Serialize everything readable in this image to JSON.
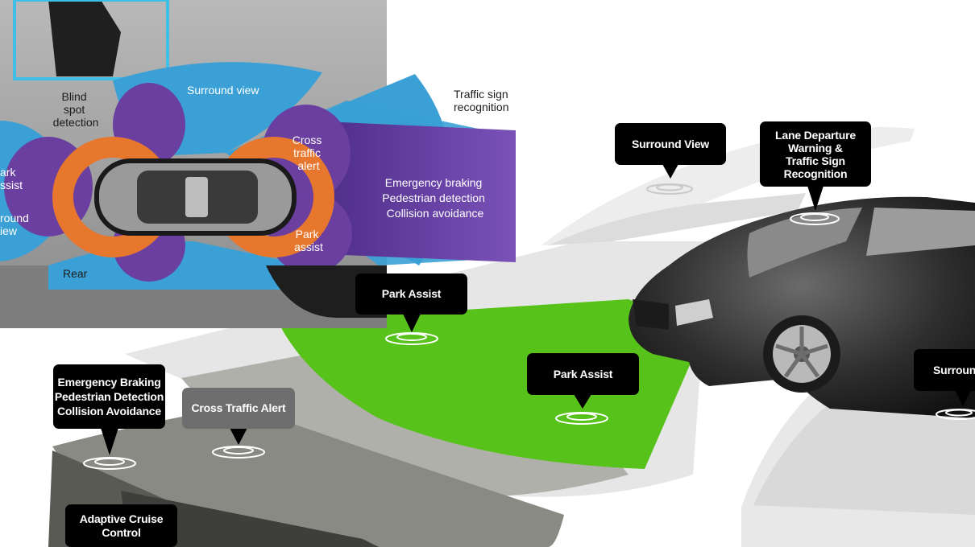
{
  "inset": {
    "labels": {
      "surround_view": "Surround view",
      "blind_spot": [
        "Blind",
        "spot",
        "detection"
      ],
      "traffic_sign": [
        "Traffic sign",
        "recognition"
      ],
      "cross_traffic": [
        "Cross",
        "traffic",
        "alert"
      ],
      "emergency": [
        "Emergency braking",
        "Pedestrian detection",
        "Collision avoidance"
      ],
      "park_assist": [
        "Park",
        "assist"
      ],
      "left_park": [
        "ark",
        "ssist"
      ],
      "left_surround": [
        "round",
        "iew"
      ],
      "rear": "Rear"
    },
    "colors": {
      "blue": "#3aa0d6",
      "purple": "#6a3fa0",
      "orange": "#e8772e",
      "road": "#9a9a9a"
    }
  },
  "callouts": {
    "surround_view": "Surround View",
    "lane_departure": [
      "Lane Departure",
      "Warning &",
      "Traffic Sign",
      "Recognition"
    ],
    "park_assist_top": "Park Assist",
    "park_assist_mid": "Park Assist",
    "emergency": [
      "Emergency Braking",
      "Pedestrian Detection",
      "Collision Avoidance"
    ],
    "cross_traffic": "Cross Traffic Alert",
    "adaptive_cruise": [
      "Adaptive Cruise",
      "Control"
    ],
    "surround_right": "Surround"
  },
  "colors": {
    "park_zone": "#55c21a",
    "zone_light": "#e9e9e9",
    "zone_mid": "#a9a9a3",
    "zone_dark": "#5f5f5a",
    "callout_bg": "#000000"
  }
}
